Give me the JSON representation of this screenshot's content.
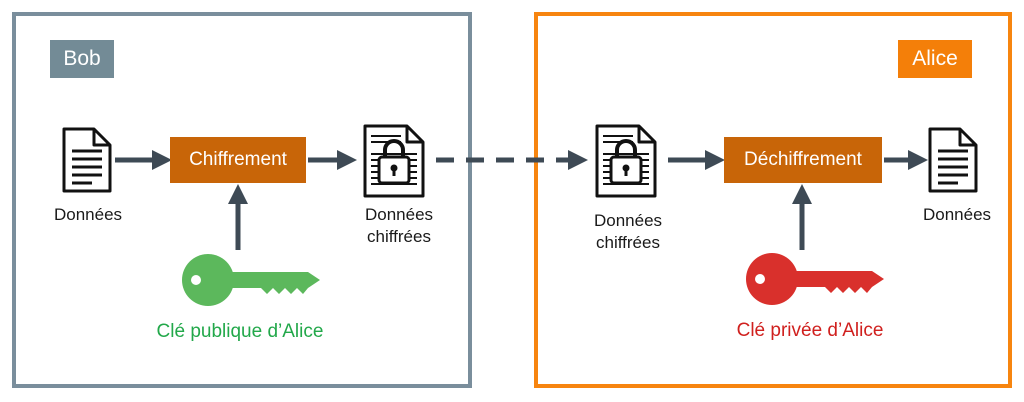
{
  "bob": {
    "label": "Bob",
    "encrypt_label": "Chiffrement",
    "data_label": "Données",
    "encrypted_line1": "Données",
    "encrypted_line2": "chiffrées",
    "key_label": "Clé publique d’Alice"
  },
  "alice": {
    "label": "Alice",
    "decrypt_label": "Déchiffrement",
    "data_label": "Données",
    "encrypted_line1": "Données",
    "encrypted_line2": "chiffrées",
    "key_label": "Clé privée d’Alice"
  },
  "colors": {
    "bob_border": "#7a8e9c",
    "alice_border": "#f7850f",
    "process": "#c86508",
    "public_key": "#5cb85c",
    "private_key": "#d9302c",
    "arrow": "#3e4a55",
    "public_key_text": "#22a84a",
    "private_key_text": "#d0201e"
  },
  "icons": [
    "document-icon",
    "locked-document-icon",
    "key-icon",
    "arrow-icon"
  ]
}
